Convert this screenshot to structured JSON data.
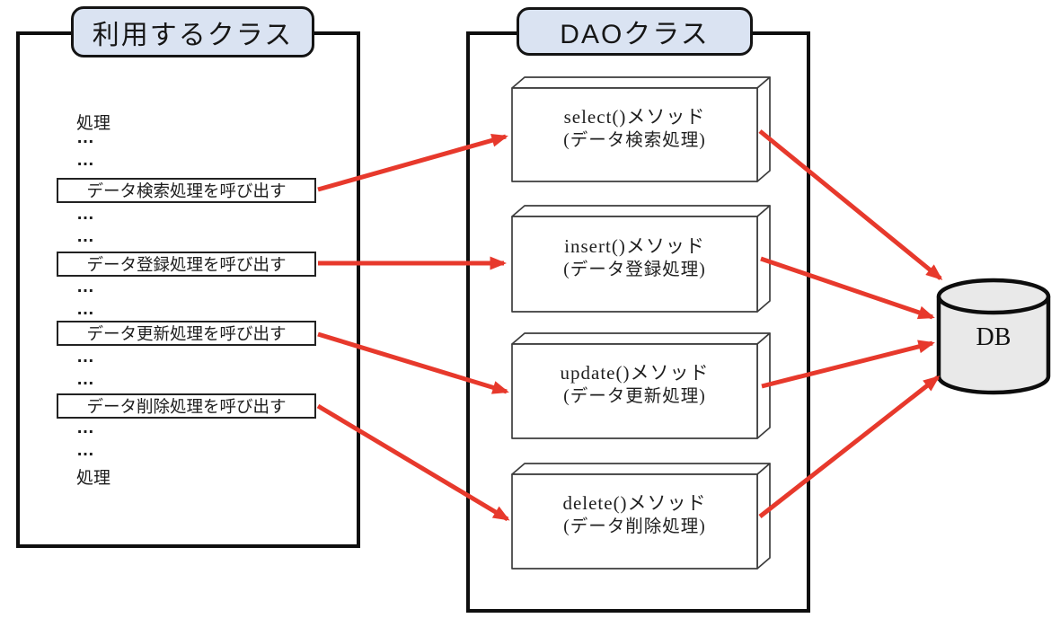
{
  "colors": {
    "arrow": "#e7392c",
    "title_fill": "#dae3f2",
    "cylinder_fill": "#e9e9e9",
    "frame_border": "#0e0e0e"
  },
  "left_panel": {
    "title": "利用するクラス",
    "process_top": "処理",
    "process_bottom": "処理",
    "ellipsis": "…",
    "calls": [
      {
        "label": "データ検索処理を呼び出す"
      },
      {
        "label": "データ登録処理を呼び出す"
      },
      {
        "label": "データ更新処理を呼び出す"
      },
      {
        "label": "データ削除処理を呼び出す"
      }
    ]
  },
  "dao_panel": {
    "title": "DAOクラス",
    "methods": [
      {
        "name": "select()メソッド",
        "desc": "(データ検索処理)"
      },
      {
        "name": "insert()メソッド",
        "desc": "(データ登録処理)"
      },
      {
        "name": "update()メソッド",
        "desc": "(データ更新処理)"
      },
      {
        "name": "delete()メソッド",
        "desc": "(データ削除処理)"
      }
    ]
  },
  "database": {
    "label": "DB"
  }
}
